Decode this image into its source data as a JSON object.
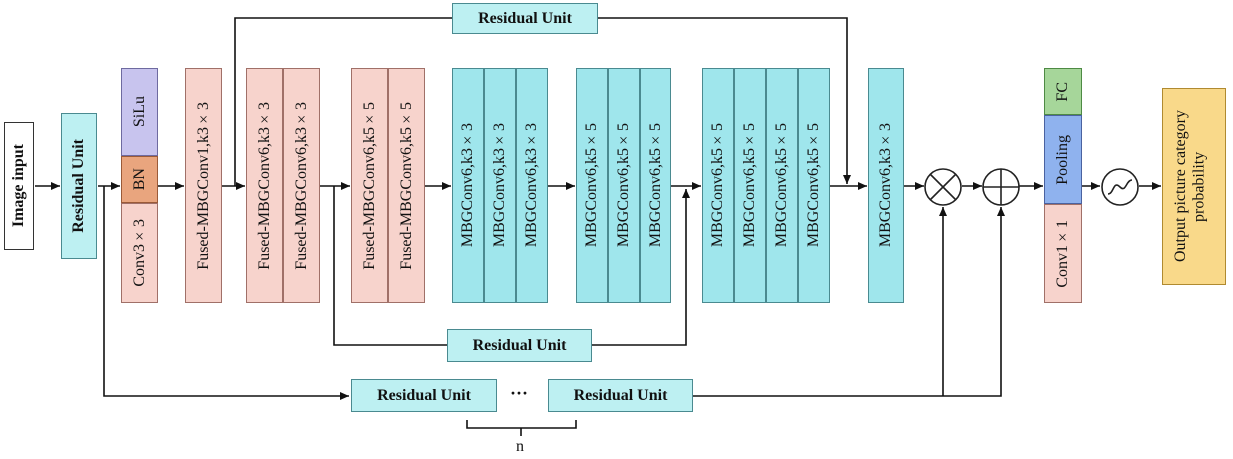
{
  "input": "Image input",
  "residual_unit": "Residual Unit",
  "stem": {
    "silu": "SiLu",
    "bn": "BN",
    "conv": "Conv3×3"
  },
  "fused1": "Fused-MBGConv1,k3×3",
  "fused6_k3": [
    "Fused-MBGConv6,k3×3",
    "Fused-MBGConv6,k3×3"
  ],
  "fused6_k5": [
    "Fused-MBGConv6,k5×5",
    "Fused-MBGConv6,k5×5"
  ],
  "mbg_k3": [
    "MBGConv6,k3×3",
    "MBGConv6,k3×3",
    "MBGConv6,k3×3"
  ],
  "mbg_k5_a": [
    "MBGConv6,k5×5",
    "MBGConv6,k5×5",
    "MBGConv6,k5×5"
  ],
  "mbg_k5_b": [
    "MBGConv6,k5×5",
    "MBGConv6,k5×5",
    "MBGConv6,k5×5",
    "MBGConv6,k5×5"
  ],
  "mbg_last": "MBGConv6,k3×3",
  "head": {
    "fc": "FC",
    "pooling": "Pooling",
    "conv": "Conv1×1"
  },
  "output": "Output picture category probability",
  "top_residual": "Residual Unit",
  "mid_residual": "Residual Unit",
  "bottom_residual_left": "Residual Unit",
  "bottom_residual_right": "Residual Unit",
  "ellipsis": "···",
  "repeat_label": "n",
  "colors": {
    "cyan": "#9fe6ec",
    "pink": "#f7d3cc",
    "lavender": "#c8c4ee",
    "orange": "#e9a57e",
    "blue": "#8fb2ee",
    "green": "#a6d69a",
    "gold": "#f9d98a"
  }
}
